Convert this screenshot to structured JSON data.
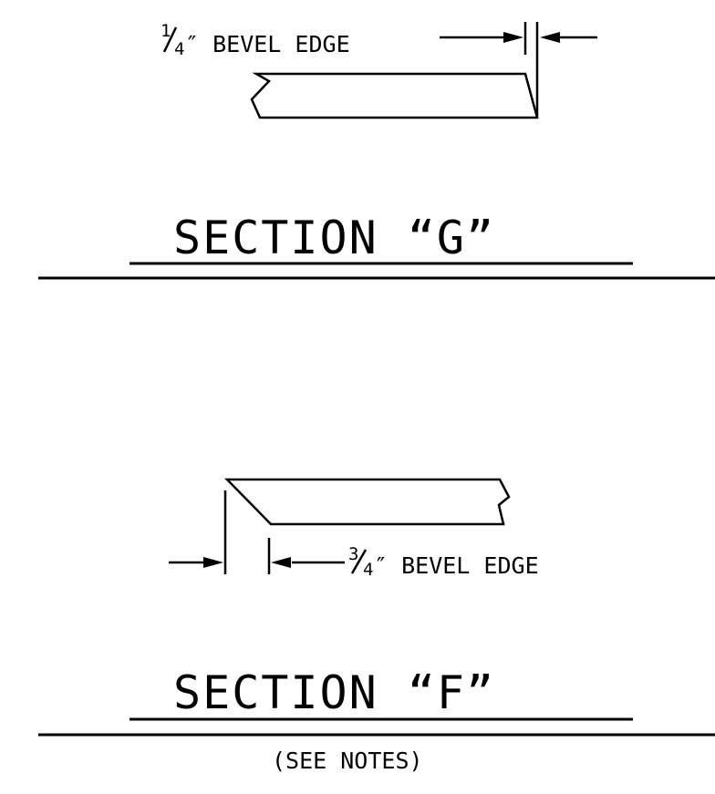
{
  "section_g": {
    "title": "SECTION “G”",
    "callout_fraction_num": "1",
    "callout_fraction_den": "4",
    "callout_text": "″ BEVEL EDGE"
  },
  "section_f": {
    "title": "SECTION “F”",
    "callout_fraction_num": "3",
    "callout_fraction_den": "4",
    "callout_text": "″ BEVEL EDGE",
    "note": "(SEE NOTES)"
  }
}
